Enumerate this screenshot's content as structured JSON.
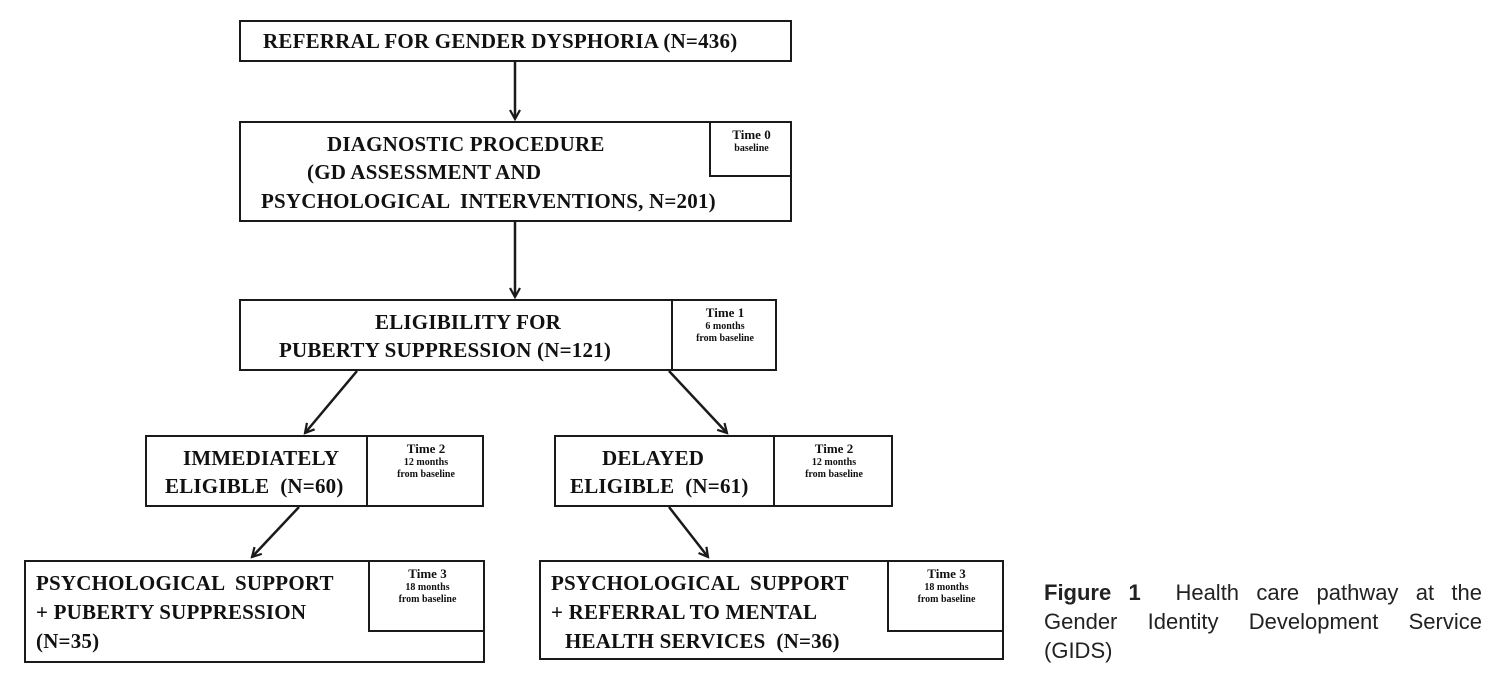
{
  "nodes": {
    "referral": {
      "lines": [
        "REFERRAL FOR GENDER DYSPHORIA (N=436)"
      ]
    },
    "diagnostic": {
      "lines": [
        "DIAGNOSTIC PROCEDURE",
        "(GD ASSESSMENT AND",
        "PSYCHOLOGICAL  INTERVENTIONS, N=201)"
      ],
      "time": {
        "label": "Time 0",
        "sub1": "baseline",
        "sub2": ""
      }
    },
    "eligibility": {
      "lines": [
        "ELIGIBILITY FOR",
        "PUBERTY SUPPRESSION (N=121)"
      ],
      "time": {
        "label": "Time 1",
        "sub1": "6 months",
        "sub2": "from baseline"
      }
    },
    "immediately": {
      "lines": [
        "IMMEDIATELY",
        "ELIGIBLE  (N=60)"
      ],
      "time": {
        "label": "Time 2",
        "sub1": "12 months",
        "sub2": "from baseline"
      }
    },
    "delayed": {
      "lines": [
        "DELAYED",
        "ELIGIBLE  (N=61)"
      ],
      "time": {
        "label": "Time 2",
        "sub1": "12 months",
        "sub2": "from baseline"
      }
    },
    "support_ps": {
      "lines": [
        "PSYCHOLOGICAL  SUPPORT",
        "+ PUBERTY SUPPRESSION",
        "(N=35)"
      ],
      "time": {
        "label": "Time 3",
        "sub1": "18 months",
        "sub2": "from baseline"
      }
    },
    "support_mh": {
      "lines": [
        "PSYCHOLOGICAL  SUPPORT",
        "+ REFERRAL TO MENTAL",
        "HEALTH SERVICES  (N=36)"
      ],
      "time": {
        "label": "Time 3",
        "sub1": "18 months",
        "sub2": "from baseline"
      }
    }
  },
  "edges": [
    [
      "referral",
      "diagnostic"
    ],
    [
      "diagnostic",
      "eligibility"
    ],
    [
      "eligibility",
      "immediately"
    ],
    [
      "eligibility",
      "delayed"
    ],
    [
      "immediately",
      "support_ps"
    ],
    [
      "delayed",
      "support_mh"
    ]
  ],
  "caption": {
    "label": "Figure 1",
    "text": "Health care pathway at the Gender Identity Development Service (GIDS)"
  }
}
